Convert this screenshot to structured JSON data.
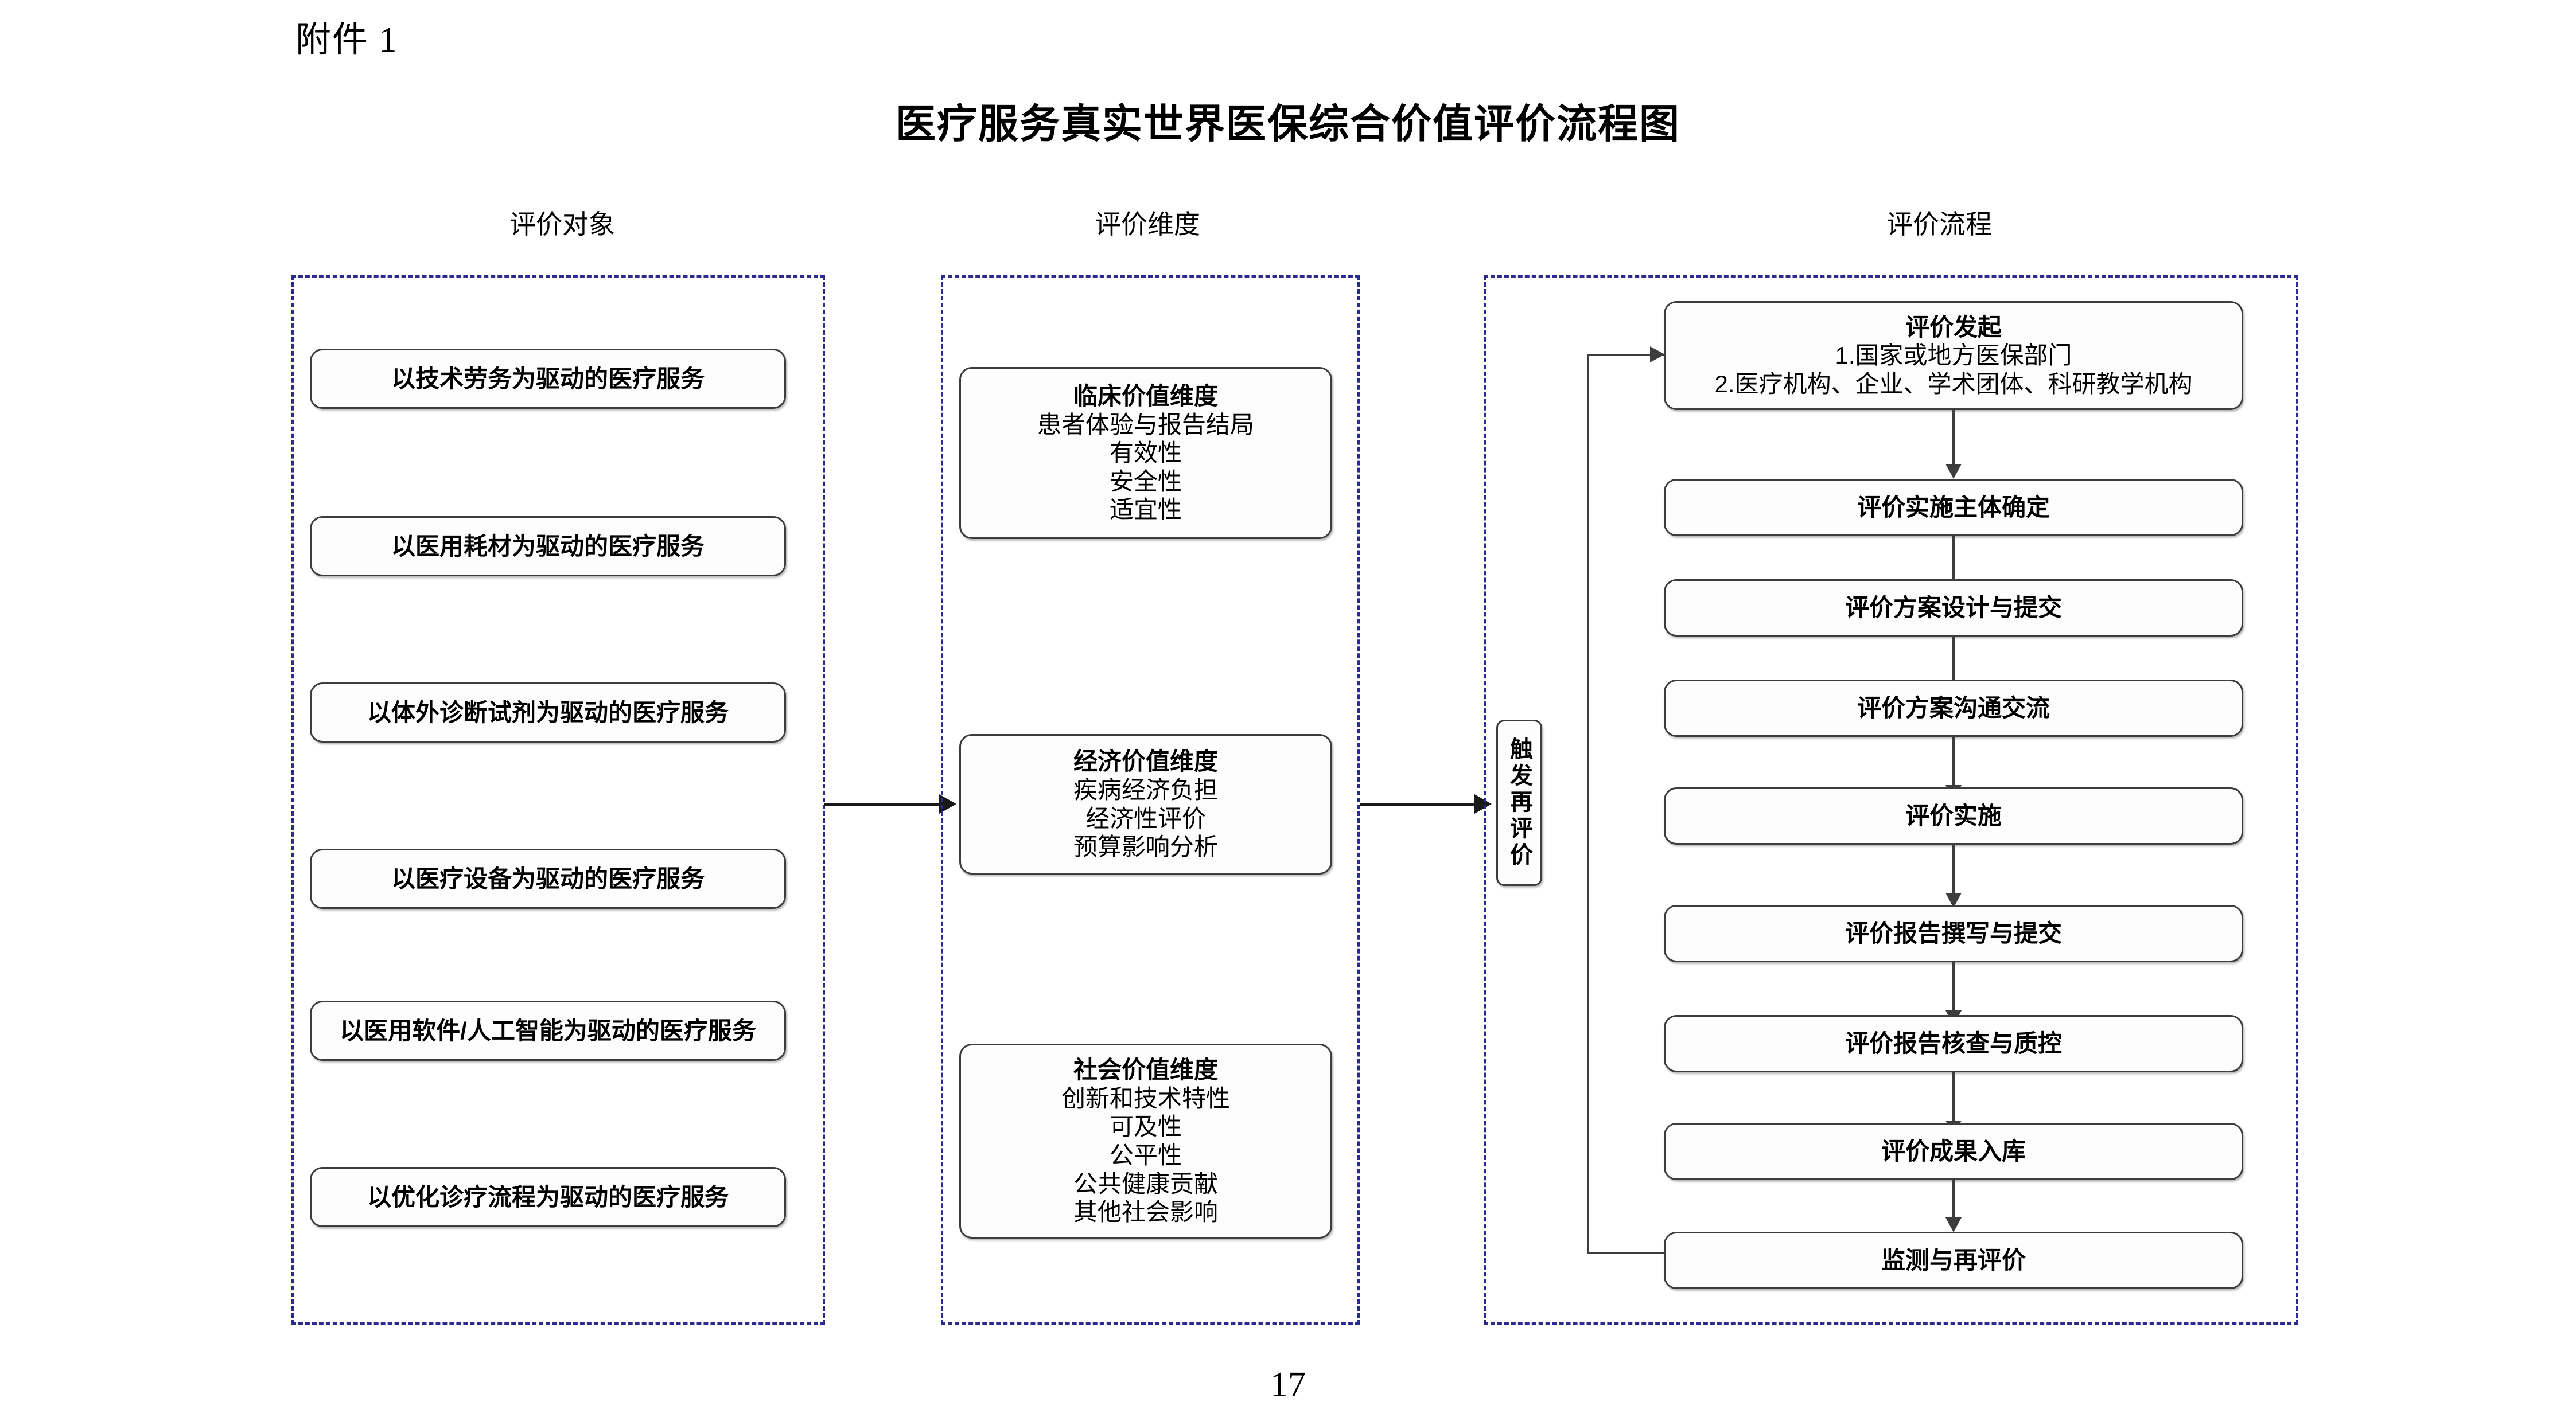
{
  "document": {
    "attachment_label": "附件 1",
    "title": "医疗服务真实世界医保综合价值评价流程图",
    "page_number": "17"
  },
  "columns": {
    "objects_heading": "评价对象",
    "dimensions_heading": "评价维度",
    "process_heading": "评价流程"
  },
  "evaluation_objects": [
    {
      "label": "以技术劳务为驱动的医疗服务"
    },
    {
      "label": "以医用耗材为驱动的医疗服务"
    },
    {
      "label": "以体外诊断试剂为驱动的医疗服务"
    },
    {
      "label": "以医疗设备为驱动的医疗服务"
    },
    {
      "label": "以医用软件/人工智能为驱动的医疗服务"
    },
    {
      "label": "以优化诊疗流程为驱动的医疗服务"
    }
  ],
  "evaluation_dimensions": [
    {
      "title": "临床价值维度",
      "items": [
        "患者体验与报告结局",
        "有效性",
        "安全性",
        "适宜性"
      ]
    },
    {
      "title": "经济价值维度",
      "items": [
        "疾病经济负担",
        "经济性评价",
        "预算影响分析"
      ]
    },
    {
      "title": "社会价值维度",
      "items": [
        "创新和技术特性",
        "可及性",
        "公平性",
        "公共健康贡献",
        "其他社会影响"
      ]
    }
  ],
  "evaluation_process": {
    "trigger_label": "触发再评价",
    "steps": [
      {
        "title": "评价发起",
        "items": [
          "1.国家或地方医保部门",
          "2.医疗机构、企业、学术团体、科研教学机构"
        ]
      },
      {
        "title": "评价实施主体确定",
        "items": []
      },
      {
        "title": "评价方案设计与提交",
        "items": []
      },
      {
        "title": "评价方案沟通交流",
        "items": []
      },
      {
        "title": "评价实施",
        "items": []
      },
      {
        "title": "评价报告撰写与提交",
        "items": []
      },
      {
        "title": "评价报告核查与质控",
        "items": []
      },
      {
        "title": "评价成果入库",
        "items": []
      },
      {
        "title": "监测与再评价",
        "items": []
      }
    ]
  },
  "colors": {
    "panel_border": "#2b2b8f",
    "node_border": "#3d3d3d",
    "connector": "#1a1a1a"
  }
}
